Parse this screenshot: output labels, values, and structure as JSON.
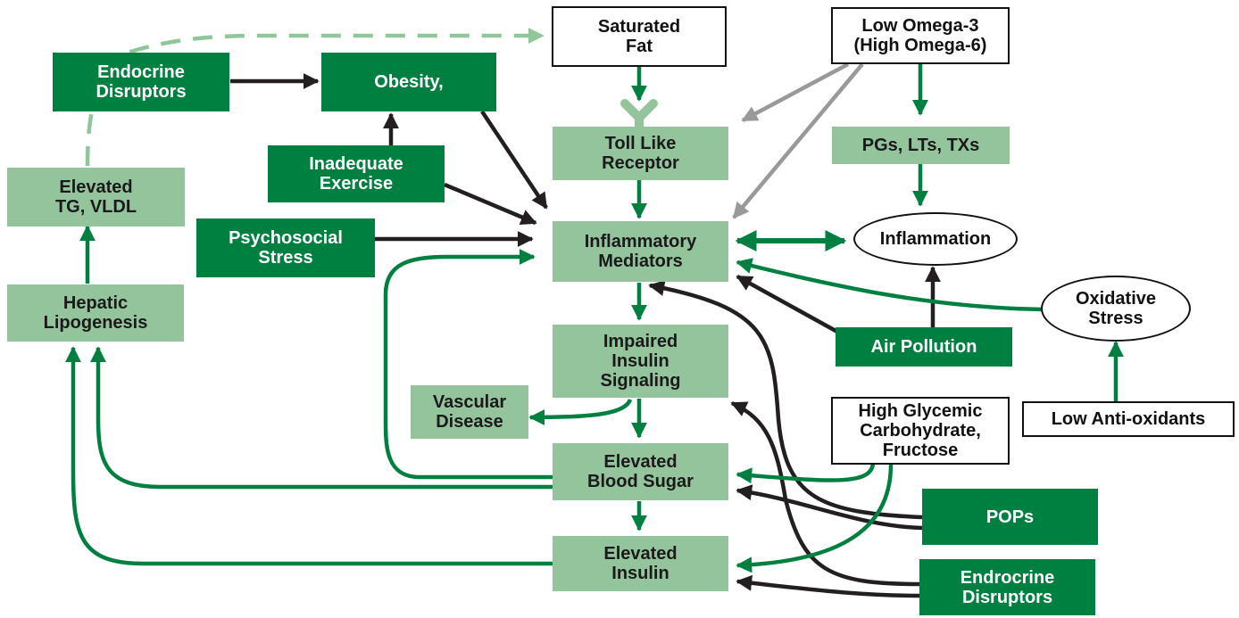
{
  "colors": {
    "dark_green": "#008040",
    "light_green": "#94c49c",
    "black_arrow": "#231f20",
    "gray_arrow": "#999999",
    "dashed_arrow": "#8fc79a"
  },
  "nodes": {
    "saturated_fat": [
      "Saturated",
      "Fat"
    ],
    "low_omega3": [
      "Low Omega-3",
      "(High Omega-6)"
    ],
    "endocrine_disruptors_top": [
      "Endocrine",
      "Disruptors"
    ],
    "obesity": [
      "Obesity,"
    ],
    "toll_like_receptor": [
      "Toll Like",
      "Receptor"
    ],
    "pgs_lts_txs": [
      "PGs, LTs, TXs"
    ],
    "inadequate_exercise": [
      "Inadequate",
      "Exercise"
    ],
    "elevated_tg_vldl": [
      "Elevated",
      "TG, VLDL"
    ],
    "psychosocial_stress": [
      "Psychosocial",
      "Stress"
    ],
    "inflammatory_mediators": [
      "Inflammatory",
      "Mediators"
    ],
    "inflammation": [
      "Inflammation"
    ],
    "oxidative_stress": [
      "Oxidative",
      "Stress"
    ],
    "hepatic_lipogenesis": [
      "Hepatic",
      "Lipogenesis"
    ],
    "air_pollution": [
      "Air Pollution"
    ],
    "impaired_insulin_signaling": [
      "Impaired",
      "Insulin",
      "Signaling"
    ],
    "vascular_disease": [
      "Vascular",
      "Disease"
    ],
    "high_glycemic": [
      "High Glycemic",
      "Carbohydrate,",
      "Fructose"
    ],
    "low_antioxidants": [
      "Low Anti-oxidants"
    ],
    "elevated_blood_sugar": [
      "Elevated",
      "Blood Sugar"
    ],
    "pops": [
      "POPs"
    ],
    "elevated_insulin": [
      "Elevated",
      "Insulin"
    ],
    "endrocrine_disruptors_bottom": [
      "Endrocrine",
      "Disruptors"
    ]
  },
  "edges": [
    {
      "from": "endocrine_disruptors_top",
      "to": "saturated_fat",
      "style": "dashed"
    },
    {
      "from": "endocrine_disruptors_top",
      "to": "obesity",
      "style": "black"
    },
    {
      "from": "saturated_fat",
      "to": "toll_like_receptor",
      "style": "green"
    },
    {
      "from": "low_omega3",
      "to": "toll_like_receptor",
      "style": "gray"
    },
    {
      "from": "low_omega3",
      "to": "inflammatory_mediators",
      "style": "gray"
    },
    {
      "from": "low_omega3",
      "to": "pgs_lts_txs",
      "style": "green"
    },
    {
      "from": "pgs_lts_txs",
      "to": "inflammation",
      "style": "green"
    },
    {
      "from": "inadequate_exercise",
      "to": "obesity",
      "style": "black"
    },
    {
      "from": "obesity",
      "to": "inflammatory_mediators",
      "style": "black"
    },
    {
      "from": "inadequate_exercise",
      "to": "inflammatory_mediators",
      "style": "black"
    },
    {
      "from": "psychosocial_stress",
      "to": "inflammatory_mediators",
      "style": "black"
    },
    {
      "from": "toll_like_receptor",
      "to": "inflammatory_mediators",
      "style": "green"
    },
    {
      "from": "inflammatory_mediators",
      "to": "inflammation",
      "style": "green",
      "bidirectional": true
    },
    {
      "from": "air_pollution",
      "to": "inflammation",
      "style": "black"
    },
    {
      "from": "air_pollution",
      "to": "inflammatory_mediators",
      "style": "black"
    },
    {
      "from": "oxidative_stress",
      "to": "inflammatory_mediators",
      "style": "green"
    },
    {
      "from": "low_antioxidants",
      "to": "oxidative_stress",
      "style": "green"
    },
    {
      "from": "inflammatory_mediators",
      "to": "impaired_insulin_signaling",
      "style": "green"
    },
    {
      "from": "impaired_insulin_signaling",
      "to": "elevated_blood_sugar",
      "style": "green"
    },
    {
      "from": "impaired_insulin_signaling",
      "to": "vascular_disease",
      "style": "green"
    },
    {
      "from": "elevated_blood_sugar",
      "to": "elevated_insulin",
      "style": "green"
    },
    {
      "from": "elevated_blood_sugar",
      "to": "inflammatory_mediators",
      "style": "green"
    },
    {
      "from": "high_glycemic",
      "to": "elevated_blood_sugar",
      "style": "green"
    },
    {
      "from": "high_glycemic",
      "to": "elevated_insulin",
      "style": "green"
    },
    {
      "from": "pops",
      "to": "inflammatory_mediators",
      "style": "black"
    },
    {
      "from": "pops",
      "to": "elevated_blood_sugar",
      "style": "black"
    },
    {
      "from": "endrocrine_disruptors_bottom",
      "to": "impaired_insulin_signaling",
      "style": "black"
    },
    {
      "from": "endrocrine_disruptors_bottom",
      "to": "elevated_insulin",
      "style": "black"
    },
    {
      "from": "elevated_blood_sugar",
      "to": "hepatic_lipogenesis",
      "style": "green"
    },
    {
      "from": "elevated_insulin",
      "to": "hepatic_lipogenesis",
      "style": "green"
    },
    {
      "from": "hepatic_lipogenesis",
      "to": "elevated_tg_vldl",
      "style": "green"
    },
    {
      "from": "elevated_tg_vldl",
      "to": "saturated_fat",
      "style": "dashed"
    }
  ]
}
